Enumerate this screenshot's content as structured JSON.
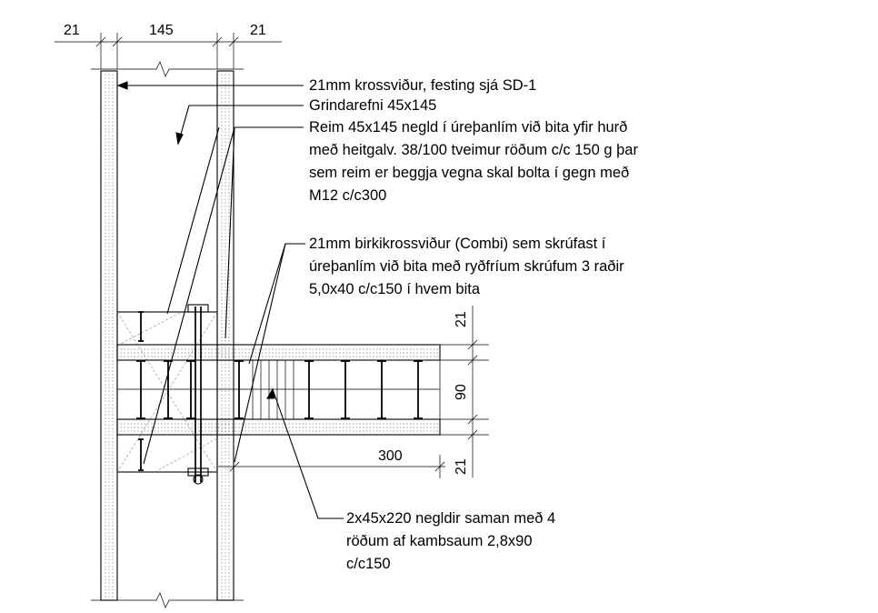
{
  "drawing": {
    "top_dimensions": [
      "21",
      "145",
      "21"
    ],
    "right_dimensions": [
      "21",
      "90",
      "21"
    ],
    "beam_length_dimension": "300",
    "callouts": [
      [
        "21mm krossviður, festing sjá SD-1"
      ],
      [
        "Grindarefni 45x145"
      ],
      [
        "Reim 45x145 negld í úreþanlím við bita yfir hurð",
        "með heitgalv. 38/100 tveimur röðum c/c 150 g þar",
        "sem reim er beggja vegna skal bolta í gegn með",
        "M12 c/c300"
      ],
      [
        "21mm birkikrossviður (Combi) sem skrúfast í",
        "úreþanlím við bita með ryðfríum skrúfum 3 raðir",
        "5,0x40 c/c150 í hvem bita"
      ],
      [
        "2x45x220 negldir saman með 4",
        "röðum af kambsaum 2,8x90",
        "c/c150"
      ]
    ]
  }
}
